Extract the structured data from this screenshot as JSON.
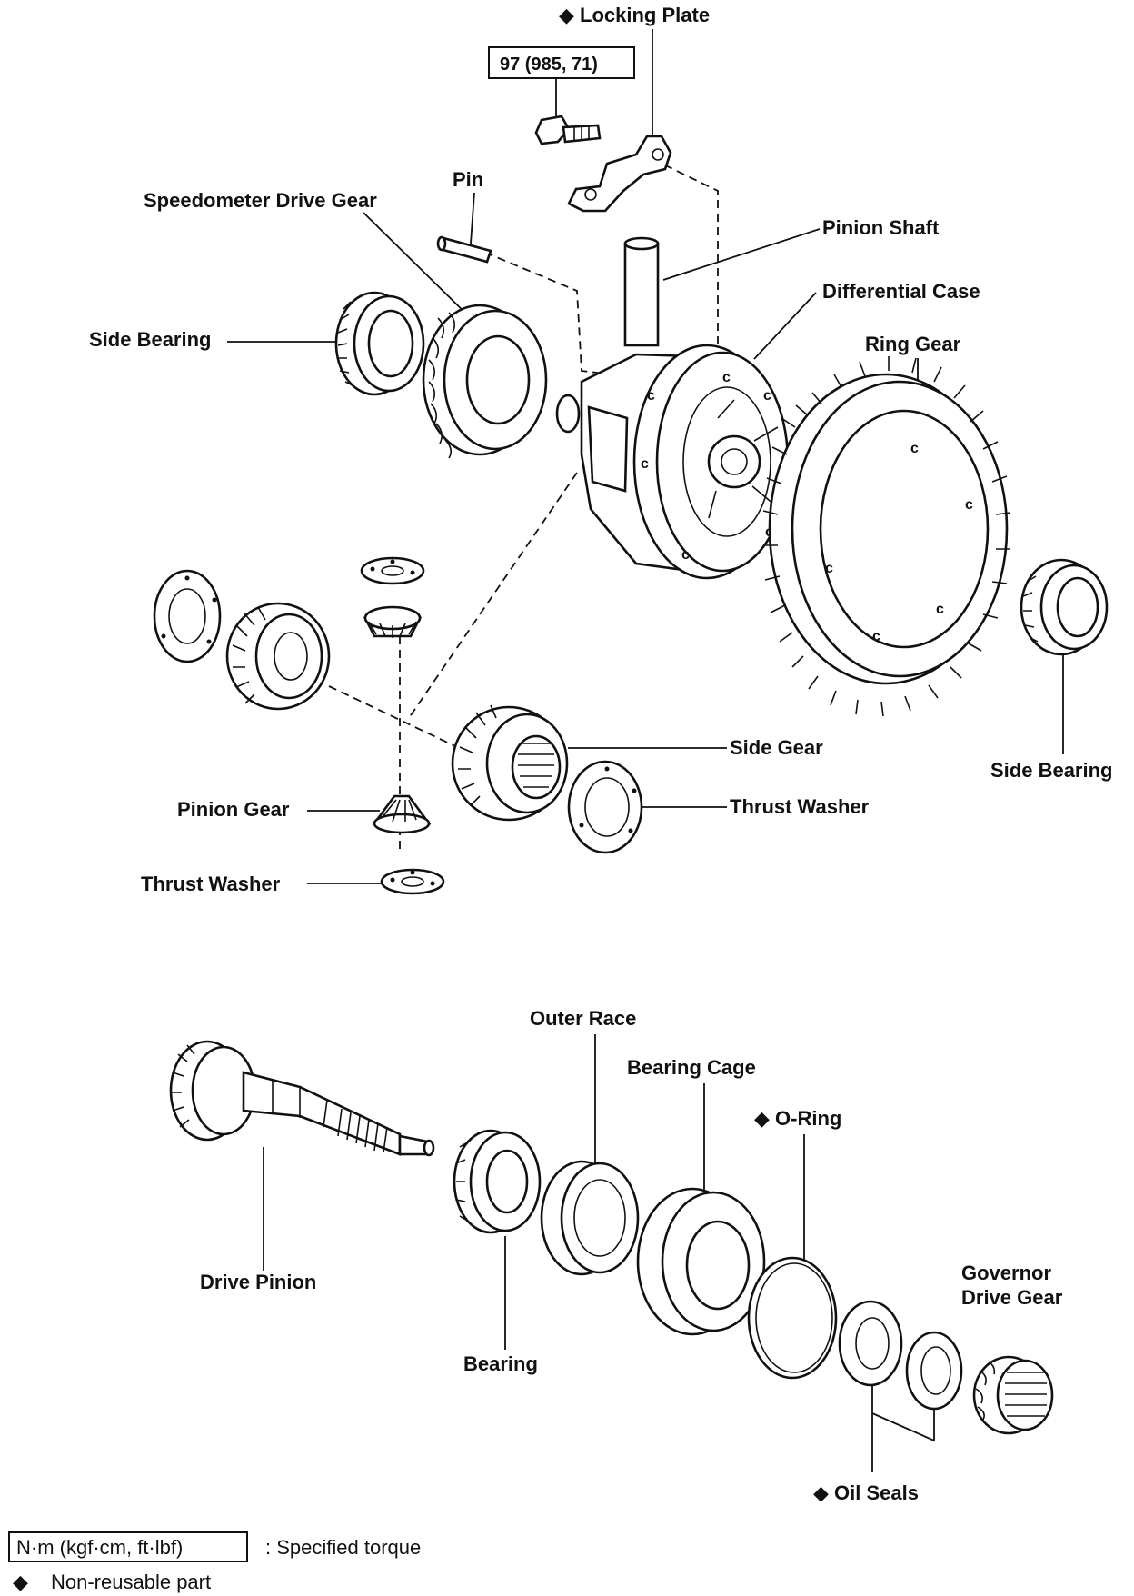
{
  "labels": {
    "locking_plate": "◆ Locking Plate",
    "torque_value": "97 (985, 71)",
    "pin": "Pin",
    "speedometer_drive_gear": "Speedometer Drive Gear",
    "pinion_shaft": "Pinion Shaft",
    "differential_case": "Differential Case",
    "side_bearing_left": "Side Bearing",
    "ring_gear": "Ring Gear",
    "side_gear": "Side Gear",
    "side_bearing_right": "Side Bearing",
    "thrust_washer_right": "Thrust Washer",
    "pinion_gear": "Pinion Gear",
    "thrust_washer_left": "Thrust Washer",
    "outer_race": "Outer Race",
    "bearing_cage": "Bearing Cage",
    "o_ring": "◆ O-Ring",
    "governor_drive_gear_1": "Governor",
    "governor_drive_gear_2": "Drive Gear",
    "drive_pinion": "Drive Pinion",
    "bearing": "Bearing",
    "oil_seals": "◆ Oil Seals"
  },
  "legend": {
    "torque_box": "N·m (kgf·cm, ft·lbf)",
    "torque_desc": ":  Specified torque",
    "nonreusable_symbol": "◆",
    "nonreusable_desc": "Non-reusable part"
  }
}
